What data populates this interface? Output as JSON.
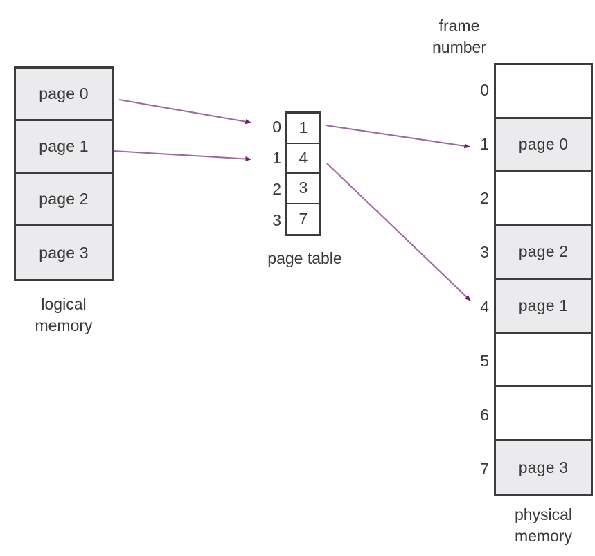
{
  "diagram": {
    "title": "paging-model-of-logical-and-physical-memory",
    "accent_color": "#8b3a8b",
    "arrow_color": "#9c6aa0",
    "arrowhead_color": "#6d1f6d",
    "border_color": "#3c3c3c",
    "filled_cell_color": "#ebeaec",
    "empty_cell_color": "#ffffff",
    "text_color": "#3a3a3a",
    "background": "#ffffff"
  },
  "logical_memory": {
    "label": "logical\nmemory",
    "label_line1": "logical",
    "label_line2": "memory",
    "cells": [
      {
        "text": "page 0",
        "filled": true
      },
      {
        "text": "page 1",
        "filled": true
      },
      {
        "text": "page 2",
        "filled": true
      },
      {
        "text": "page 3",
        "filled": true
      }
    ]
  },
  "page_table": {
    "label": "page table",
    "indices": [
      "0",
      "1",
      "2",
      "3"
    ],
    "entries": [
      {
        "index": "0",
        "frame": "1"
      },
      {
        "index": "1",
        "frame": "4"
      },
      {
        "index": "2",
        "frame": "3"
      },
      {
        "index": "3",
        "frame": "7"
      }
    ]
  },
  "physical_memory": {
    "header_line1": "frame",
    "header_line2": "number",
    "label_line1": "physical",
    "label_line2": "memory",
    "indices": [
      "0",
      "1",
      "2",
      "3",
      "4",
      "5",
      "6",
      "7"
    ],
    "frames": [
      {
        "number": "0",
        "text": "",
        "filled": false
      },
      {
        "number": "1",
        "text": "page 0",
        "filled": true
      },
      {
        "number": "2",
        "text": "",
        "filled": false
      },
      {
        "number": "3",
        "text": "page 2",
        "filled": true
      },
      {
        "number": "4",
        "text": "page 1",
        "filled": true
      },
      {
        "number": "5",
        "text": "",
        "filled": false
      },
      {
        "number": "6",
        "text": "",
        "filled": false
      },
      {
        "number": "7",
        "text": "page 3",
        "filled": true
      }
    ]
  },
  "arrows": [
    {
      "name": "arrow-page0-to-pte0",
      "from": "logical page 0",
      "to": "page table index 0"
    },
    {
      "name": "arrow-page1-to-pte1",
      "from": "logical page 1",
      "to": "page table index 1"
    },
    {
      "name": "arrow-pte0-to-frame1",
      "from": "page table entry 1",
      "to": "physical frame 1"
    },
    {
      "name": "arrow-pte1-to-frame4",
      "from": "page table entry 4",
      "to": "physical frame 4"
    }
  ]
}
